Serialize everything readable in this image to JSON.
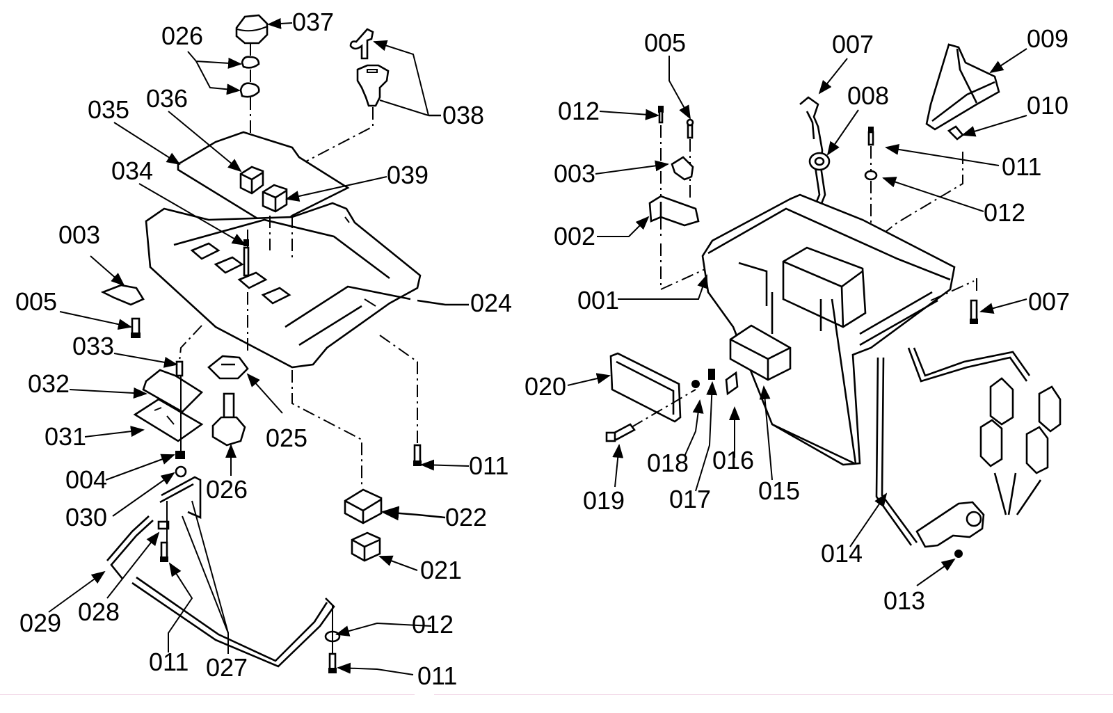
{
  "diagram": {
    "type": "exploded-parts-diagram",
    "background": "#ffffff",
    "ink": "#000000",
    "views": [
      {
        "name": "upper-console-assembly",
        "callouts": [
          "037",
          "026",
          "038",
          "035",
          "036",
          "039",
          "034",
          "003",
          "005",
          "024",
          "033",
          "032",
          "025",
          "031",
          "011",
          "004",
          "026",
          "030",
          "022",
          "021",
          "029",
          "028",
          "012",
          "011",
          "027",
          "011"
        ]
      },
      {
        "name": "lower-housing-assembly",
        "callouts": [
          "005",
          "007",
          "009",
          "012",
          "008",
          "010",
          "011",
          "003",
          "012",
          "002",
          "001",
          "007",
          "020",
          "019",
          "018",
          "017",
          "016",
          "015",
          "014",
          "013"
        ]
      }
    ],
    "labels": {
      "l037": "037",
      "l026a": "026",
      "l038": "038",
      "l035": "035",
      "l036": "036",
      "l039": "039",
      "l034": "034",
      "l003a": "003",
      "l005a": "005",
      "l024": "024",
      "l033": "033",
      "l032": "032",
      "l025": "025",
      "l031": "031",
      "l011a": "011",
      "l004": "004",
      "l026b": "026",
      "l030": "030",
      "l022": "022",
      "l021": "021",
      "l029": "029",
      "l028": "028",
      "l012a": "012",
      "l011b": "011",
      "l027": "027",
      "l011c": "011",
      "l005b": "005",
      "l007a": "007",
      "l009": "009",
      "l012b": "012",
      "l008": "008",
      "l010": "010",
      "l011d": "011",
      "l003b": "003",
      "l012c": "012",
      "l002": "002",
      "l001": "001",
      "l007b": "007",
      "l020": "020",
      "l019": "019",
      "l018": "018",
      "l017": "017",
      "l016": "016",
      "l015": "015",
      "l014": "014",
      "l013": "013"
    }
  }
}
